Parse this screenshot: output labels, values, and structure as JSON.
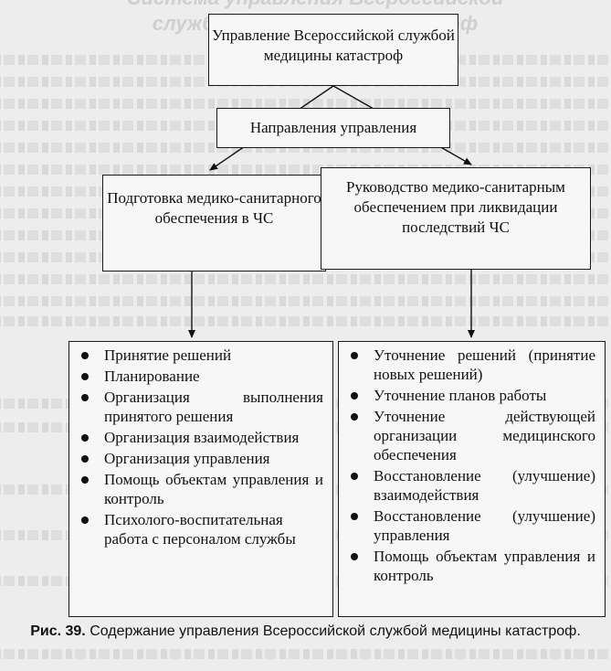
{
  "background_heading": "Система управления Всероссийской службой медицины катастроф",
  "diagram": {
    "root": "Управление Всероссийской службой медицины катастроф",
    "directions": "Направления управления",
    "left_branch": "Подготовка медико-санитарного обеспечения в ЧС",
    "right_branch": "Руководство медико-санитарным обеспечением при ликвидации последствий ЧС",
    "left_items": [
      "Принятие решений",
      "Планирование",
      "Организация выполнения принятого решения",
      "Организация взаимодействия",
      "Организация управления",
      "Помощь объектам управления и контроль",
      "Психолого-воспитательная работа с персоналом службы"
    ],
    "right_items": [
      "Уточнение решений (принятие новых решений)",
      "Уточнение планов работы",
      "Уточнение действующей организации медицинского обеспечения",
      "Восстановление (улучшение) взаимодействия",
      "Восстановление (улучшение) управления",
      "Помощь объектам управления и контроль"
    ]
  },
  "caption": {
    "label": "Рис. 39.",
    "text": " Содержание управления Всероссийской службой медицины катастроф."
  }
}
